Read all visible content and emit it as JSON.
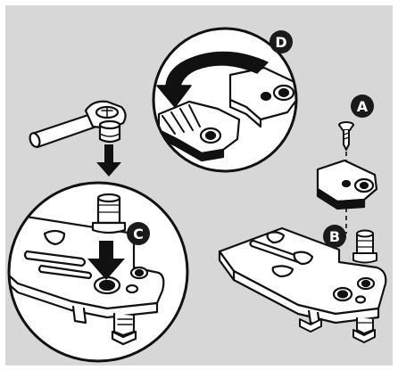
{
  "callouts": {
    "a": "A",
    "b": "B",
    "c": "C",
    "d": "D"
  },
  "colors": {
    "background": "#d7d7d7",
    "outline": "#111111",
    "part_fill": "#ffffff",
    "badge_fill": "#1a1a1a",
    "badge_text": "#ffffff"
  },
  "icons": [
    "ratchet-wrench-icon",
    "down-arrow-icon",
    "rotate-arrow-icon",
    "screw-icon",
    "threaded-stud-icon",
    "hex-nut-icon"
  ]
}
